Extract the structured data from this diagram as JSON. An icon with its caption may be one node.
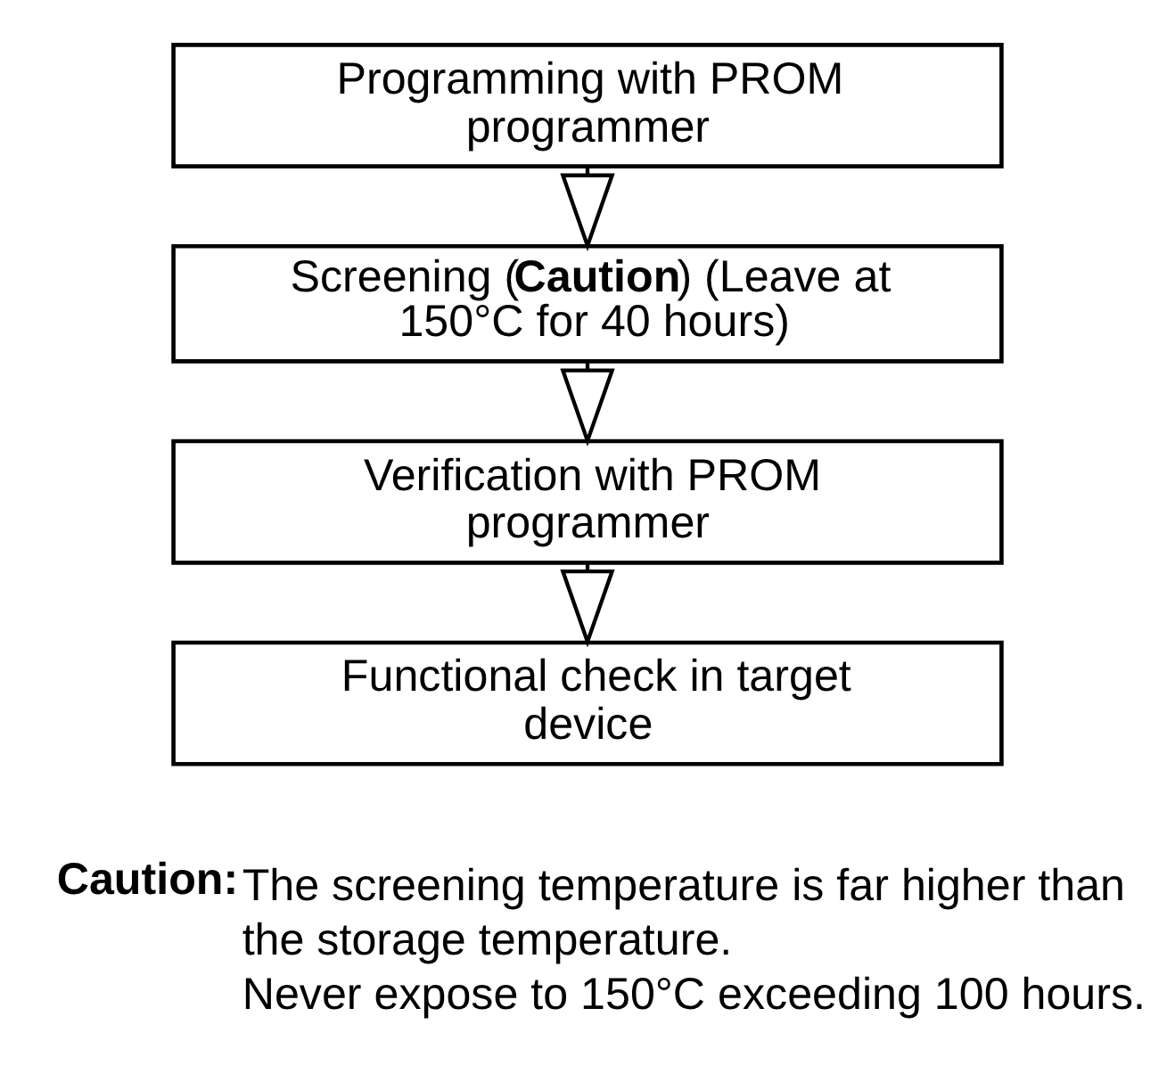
{
  "diagram": {
    "nodes": [
      {
        "text": [
          "Programming with PROM programmer"
        ]
      },
      {
        "text": [
          "Screening (**Caution**) (Leave at 150°C for 40 hours)"
        ]
      },
      {
        "text": [
          "Verification with PROM programmer"
        ]
      },
      {
        "text": [
          "Functional check in target device"
        ]
      }
    ],
    "edges": [
      {
        "from": 0,
        "to": 1,
        "arrow": "to"
      },
      {
        "from": 1,
        "to": 2,
        "arrow": "to"
      },
      {
        "from": 2,
        "to": 3,
        "arrow": "to"
      }
    ],
    "labels": [
      "Caution:",
      "The screening temperature is far higher than the storage temperature.",
      "Never expose to 150°C exceeding 100 hours."
    ]
  }
}
